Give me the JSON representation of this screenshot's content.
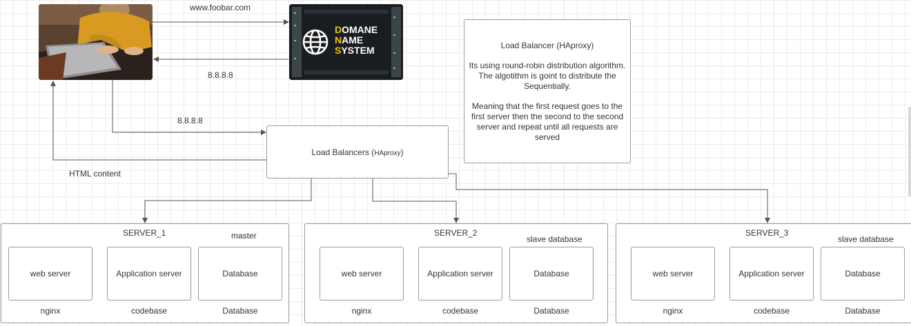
{
  "labels": {
    "url": "www.foobar.com",
    "dns_reply": "8.8.8.8",
    "lb_request": "8.8.8.8",
    "html_content": "HTML content"
  },
  "dns_image": {
    "line1_initial": "D",
    "line1_rest": "OMANE",
    "line2_initial": "N",
    "line2_rest": "AME",
    "line3_initial": "S",
    "line3_rest": "YSTEM"
  },
  "note": {
    "title": "Load Balancer (HAproxy)",
    "para1": "Its using round-robin distribution algorithm. The algotithm is goint to distribute the Sequentially.",
    "para2": "Meaning that the first request goes to the first server then the second to the second server and repeat until all requests are served"
  },
  "load_balancer": {
    "label": "Load Balancers (",
    "label_small": "HAproxy",
    "label_end": ")"
  },
  "servers": [
    {
      "name": "SERVER_1",
      "role": "master",
      "web": "web server",
      "app": "Application server",
      "db": "Database",
      "web_sub": "nginx",
      "app_sub": "codebase",
      "db_sub": "Database"
    },
    {
      "name": "SERVER_2",
      "role": "slave database",
      "web": "web server",
      "app": "Application server",
      "db": "Database",
      "web_sub": "nginx",
      "app_sub": "codebase",
      "db_sub": "Database"
    },
    {
      "name": "SERVER_3",
      "role": "slave database",
      "web": "web server",
      "app": "Application server",
      "db": "Database",
      "web_sub": "nginx",
      "app_sub": "codebase",
      "db_sub": "Database"
    }
  ],
  "colors": {
    "dns_yellow": "#f2c200",
    "photo_sweater": "#d99a22",
    "connector": "#555555"
  }
}
